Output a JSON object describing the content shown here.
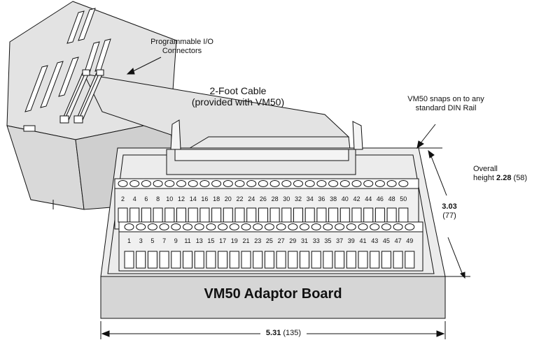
{
  "labels": {
    "connectors_line1": "Programmable I/O",
    "connectors_line2": "Connectors",
    "cable_line1": "2-Foot Cable",
    "cable_line2": "(provided with VM50)",
    "din_line1": "VM50 snaps on to any",
    "din_line2": "standard DIN Rail",
    "overall_line1": "Overall",
    "overall_prefix": "height",
    "overall_value": "2.28",
    "overall_mm": "(58)",
    "depth_value": "3.03",
    "depth_mm": "(77)",
    "width_value": "5.31",
    "width_mm": "(135)",
    "board_title": "VM50 Adaptor Board"
  },
  "terminals": {
    "even": [
      "2",
      "4",
      "6",
      "8",
      "10",
      "12",
      "14",
      "16",
      "18",
      "20",
      "22",
      "24",
      "26",
      "28",
      "30",
      "32",
      "34",
      "36",
      "38",
      "40",
      "42",
      "44",
      "46",
      "48",
      "50"
    ],
    "odd": [
      "1",
      "3",
      "5",
      "7",
      "9",
      "11",
      "13",
      "15",
      "17",
      "19",
      "21",
      "23",
      "25",
      "27",
      "29",
      "31",
      "33",
      "35",
      "37",
      "39",
      "41",
      "43",
      "45",
      "47",
      "49"
    ]
  },
  "colors": {
    "fill_gray": "#e3e3e3",
    "board_side": "#d6d6d6",
    "line": "#111111"
  }
}
